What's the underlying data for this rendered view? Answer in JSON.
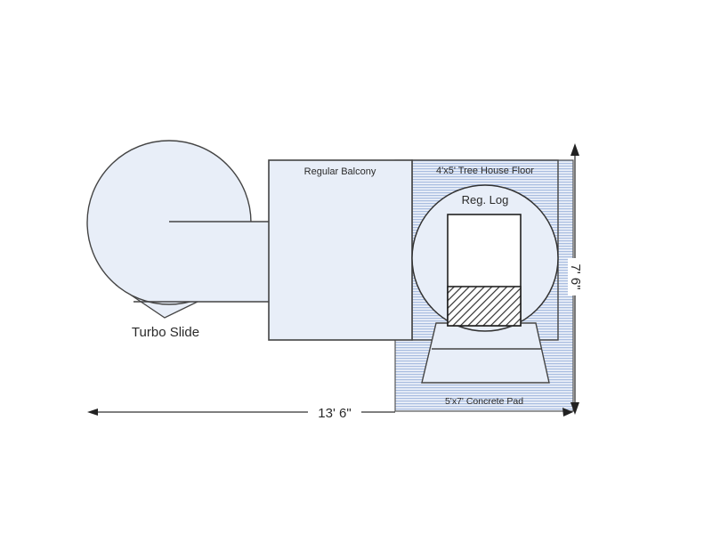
{
  "diagram": {
    "labels": {
      "turbo_slide": "Turbo Slide",
      "regular_balcony": "Regular Balcony",
      "tree_house_floor": "4'x5' Tree House Floor",
      "reg_log": "Reg. Log",
      "concrete_pad": "5'x7' Concrete Pad"
    },
    "dimensions": {
      "width": "13' 6\"",
      "height": "7' 6\""
    },
    "colors": {
      "fill": "#e8eef8",
      "hatch": "#a9bde0",
      "stroke": "#3a3a3a"
    }
  }
}
